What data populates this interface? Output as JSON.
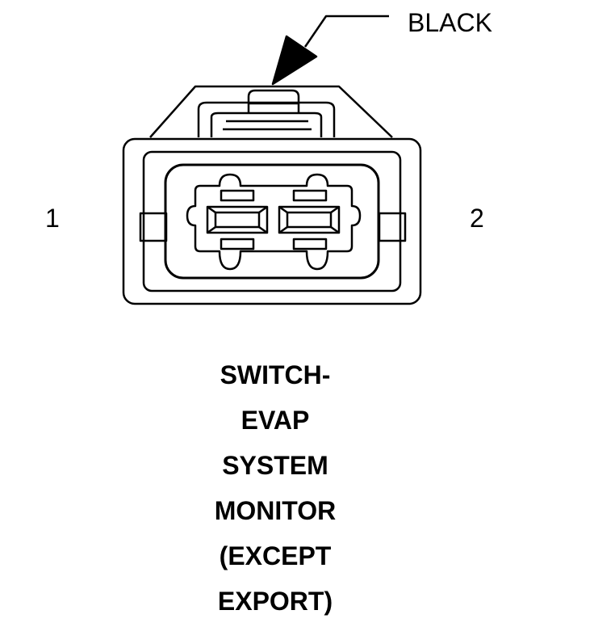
{
  "callout": {
    "label": "BLACK"
  },
  "pins": {
    "pin1": "1",
    "pin2": "2"
  },
  "title": {
    "lines": [
      "SWITCH-",
      "EVAP",
      "SYSTEM",
      "MONITOR",
      "(EXCEPT",
      "EXPORT)"
    ]
  },
  "icons": {
    "connector": "two-pin-connector-face-icon",
    "leader": "callout-arrow-icon"
  },
  "colors": {
    "line": "#000000",
    "background": "#ffffff"
  }
}
